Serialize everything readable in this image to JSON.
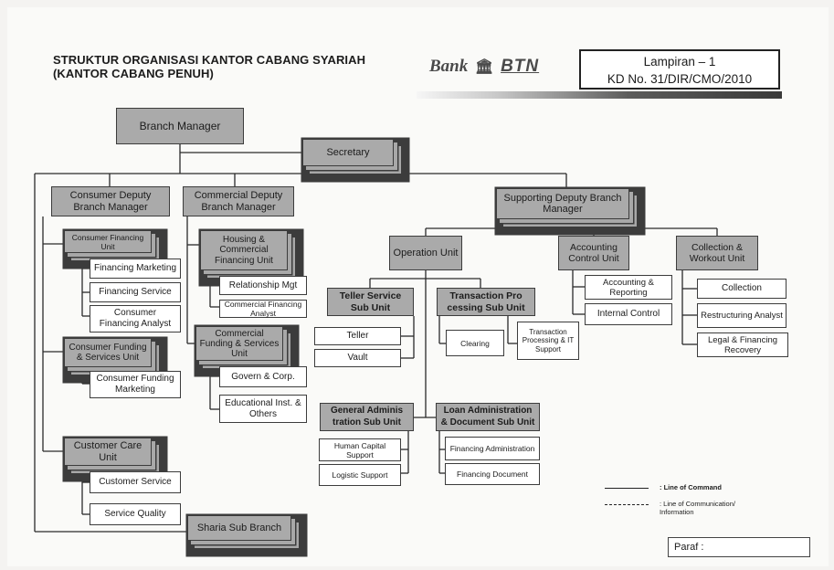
{
  "header": {
    "title_line1": "STRUKTUR ORGANISASI KANTOR CABANG SYARIAH",
    "title_line2": "(KANTOR CABANG  PENUH)",
    "logo_prefix": "Bank",
    "logo_brand": "BTN",
    "ref_line1": "Lampiran – 1",
    "ref_line2": "KD No. 31/DIR/CMO/2010"
  },
  "top": {
    "branch_manager": "Branch Manager",
    "secretary": "Secretary"
  },
  "consumer": {
    "deputy": "Consumer Deputy Branch Manager",
    "financing_unit": "Consumer Financing Unit",
    "financing_marketing": "Financing Marketing",
    "financing_service": "Financing Service",
    "financing_analyst": "Consumer Financing Analyst",
    "funding_unit": "Consumer Funding & Services Unit",
    "funding_marketing": "Consumer Funding Marketing",
    "care_unit": "Customer Care Unit",
    "customer_service": "Customer Service",
    "service_quality": "Service Quality",
    "sharia_sub_branch": "Sharia Sub Branch"
  },
  "commercial": {
    "deputy": "Commercial Deputy Branch Manager",
    "housing_unit": "Housing & Commercial Financing Unit",
    "relationship_mgt": "Relationship Mgt",
    "financing_analyst": "Commercial Financing Analyst",
    "funding_unit": "Commercial Funding & Services Unit",
    "govern_corp": "Govern & Corp.",
    "educational": "Educational Inst. & Others"
  },
  "supporting": {
    "deputy": "Supporting Deputy Branch Manager",
    "operation_unit": "Operation Unit",
    "teller_service": "Teller Service Sub Unit",
    "teller": "Teller",
    "vault": "Vault",
    "transaction_processing": "Transaction Pro cessing Sub Unit",
    "clearing": "Clearing",
    "tx_it_support": "Transaction Processing & IT Support",
    "general_admin": "General Adminis tration Sub Unit",
    "human_capital": "Human Capital Support",
    "logistic": "Logistic Support",
    "loan_admin": "Loan Administration & Document Sub Unit",
    "financing_admin": "Financing Administration",
    "financing_document": "Financing Document",
    "accounting_unit": "Accounting Control Unit",
    "accounting_reporting": "Accounting & Reporting",
    "internal_control": "Internal Control",
    "collection_unit": "Collection & Workout Unit",
    "collection": "Collection",
    "restructuring": "Restructuring Analyst",
    "legal": "Legal & Financing  Recovery"
  },
  "legend": {
    "command": ": Line of Command",
    "communication": ": Line of Communication/ Information"
  },
  "paraf": "Paraf :"
}
